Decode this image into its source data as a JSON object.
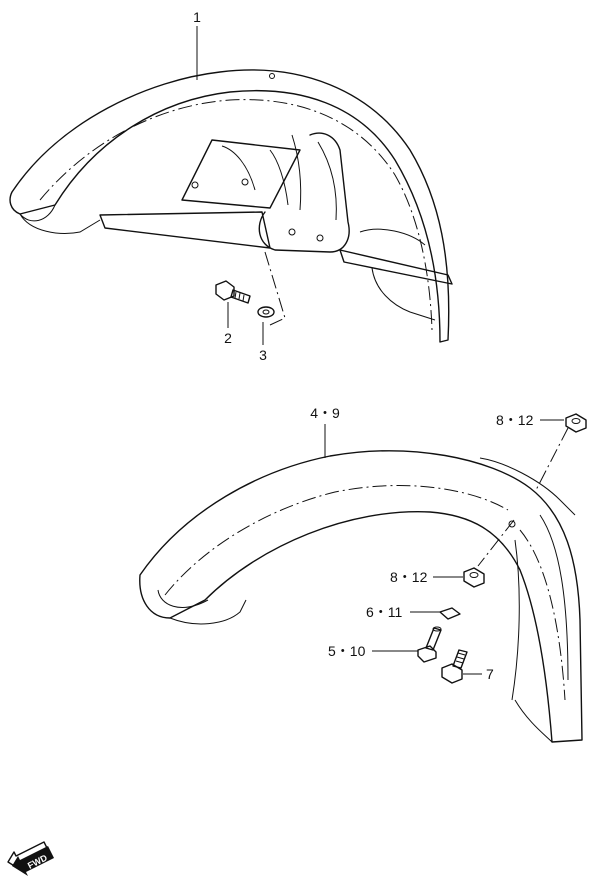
{
  "callouts": {
    "c1": "1",
    "c2": "2",
    "c3": "3",
    "c49": "4・9",
    "c812_top": "8・12",
    "c812_mid": "8・12",
    "c611": "6・11",
    "c510": "5・10",
    "c7": "7"
  },
  "fwd_badge": {
    "text": "FWD"
  },
  "parts": {
    "p1": "fender-with-stays",
    "p49": "fender",
    "icons": [
      "bolt-icon",
      "washer-icon",
      "nut-icon",
      "fwd-arrow-icon"
    ]
  }
}
